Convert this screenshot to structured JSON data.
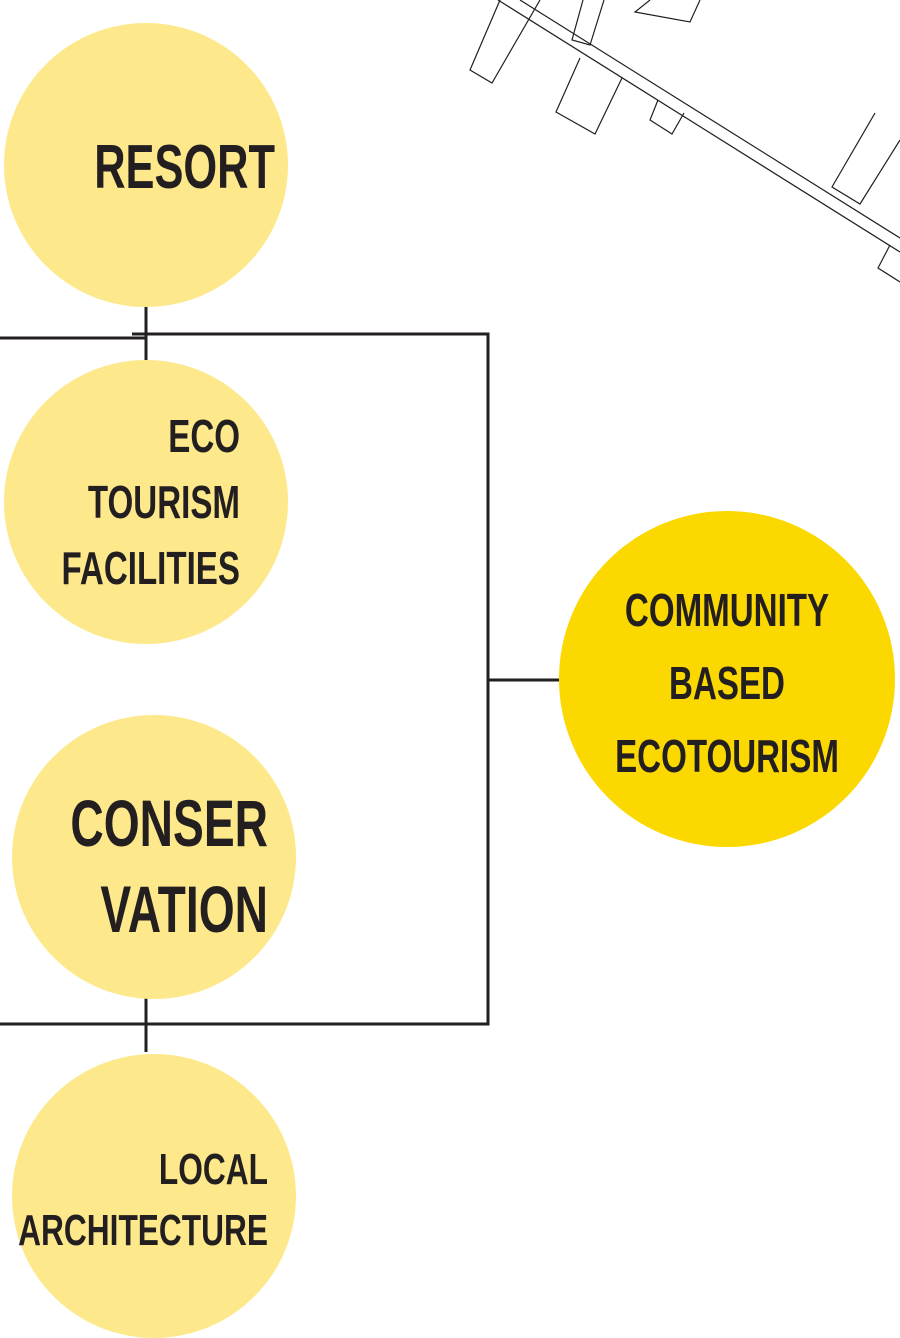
{
  "diagram": {
    "colors": {
      "node_fill": "#fde98b",
      "main_node_fill": "#fbd800",
      "line": "#231f20",
      "text": "#231f20",
      "sketch_stroke": "#231f20"
    },
    "nodes": {
      "resort": {
        "lines": [
          "RESORT"
        ]
      },
      "eco_tourism": {
        "lines": [
          "ECO",
          "TOURISM",
          "FACILITIES"
        ]
      },
      "conservation": {
        "lines": [
          "CONSER",
          "VATION"
        ]
      },
      "local_architecture": {
        "lines": [
          "LOCAL",
          "ARCHITECTURE"
        ]
      },
      "community": {
        "lines": [
          "COMMUNITY",
          "BASED",
          "ECOTOURISM"
        ]
      }
    }
  }
}
